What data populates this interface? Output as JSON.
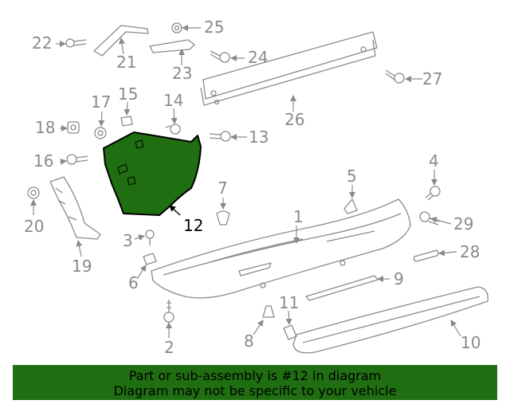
{
  "diagram": {
    "highlighted_part": "12",
    "colors": {
      "part_line": "#8a8a8a",
      "highlight_fill": "#1f6e12",
      "banner_bg": "#1f6e12",
      "text": "#000000"
    },
    "callouts": [
      {
        "id": "p1",
        "label": "1"
      },
      {
        "id": "p2",
        "label": "2"
      },
      {
        "id": "p3",
        "label": "3"
      },
      {
        "id": "p4",
        "label": "4"
      },
      {
        "id": "p5",
        "label": "5"
      },
      {
        "id": "p6",
        "label": "6"
      },
      {
        "id": "p7",
        "label": "7"
      },
      {
        "id": "p8",
        "label": "8"
      },
      {
        "id": "p9",
        "label": "9"
      },
      {
        "id": "p10",
        "label": "10"
      },
      {
        "id": "p11",
        "label": "11"
      },
      {
        "id": "p12",
        "label": "12"
      },
      {
        "id": "p13",
        "label": "13"
      },
      {
        "id": "p14",
        "label": "14"
      },
      {
        "id": "p15",
        "label": "15"
      },
      {
        "id": "p16",
        "label": "16"
      },
      {
        "id": "p17",
        "label": "17"
      },
      {
        "id": "p18",
        "label": "18"
      },
      {
        "id": "p19",
        "label": "19"
      },
      {
        "id": "p20",
        "label": "20"
      },
      {
        "id": "p21",
        "label": "21"
      },
      {
        "id": "p22",
        "label": "22"
      },
      {
        "id": "p23",
        "label": "23"
      },
      {
        "id": "p24",
        "label": "24"
      },
      {
        "id": "p25",
        "label": "25"
      },
      {
        "id": "p26",
        "label": "26"
      },
      {
        "id": "p27",
        "label": "27"
      },
      {
        "id": "p28",
        "label": "28"
      },
      {
        "id": "p29",
        "label": "29"
      }
    ]
  },
  "banner": {
    "line1": "Part or sub-assembly is #12 in diagram",
    "line2": "Diagram may not be specific to your vehicle"
  }
}
